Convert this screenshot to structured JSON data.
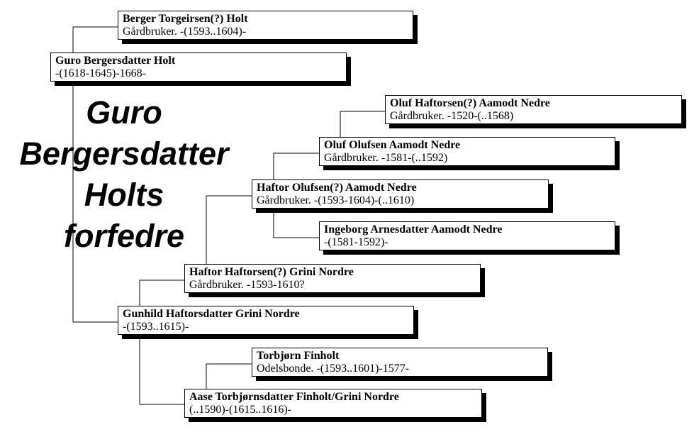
{
  "title_lines": [
    "Guro",
    "Bergersdatter",
    "Holts",
    "forfedre"
  ],
  "colors": {
    "line": "#000000",
    "box_border": "#000000",
    "box_shadow": "#000000",
    "text": "#000000"
  },
  "persons": {
    "p1": {
      "name": "Berger Torgeirsen(?) Holt",
      "detail": "Gårdbruker.  -(1593..1604)-"
    },
    "p2": {
      "name": "Guro Bergersdatter Holt",
      "detail": "-(1618-1645)-1668-"
    },
    "p3": {
      "name": "Oluf Haftorsen(?) Aamodt Nedre",
      "detail": "Gårdbruker.  -1520-(..1568)"
    },
    "p4": {
      "name": "Oluf Olufsen Aamodt Nedre",
      "detail": "Gårdbruker.  -1581-(..1592)"
    },
    "p5": {
      "name": "Haftor Olufsen(?) Aamodt Nedre",
      "detail": "Gårdbruker.  -(1593-1604)-(..1610)"
    },
    "p6": {
      "name": "Ingeborg Arnesdatter Aamodt Nedre",
      "detail": "-(1581-1592)-"
    },
    "p7": {
      "name": "Haftor Haftorsen(?) Grini Nordre",
      "detail": "Gårdbruker.  -1593-1610?"
    },
    "p8": {
      "name": "Gunhild Haftorsdatter Grini Nordre",
      "detail": "-(1593..1615)-"
    },
    "p9": {
      "name": "Torbjørn Finholt",
      "detail": "Odelsbonde.  -(1593..1601)-1577-"
    },
    "p10": {
      "name": "Aase Torbjørnsdatter Finholt/Grini Nordre",
      "detail": "(..1590)-(1615..1616)-"
    }
  }
}
